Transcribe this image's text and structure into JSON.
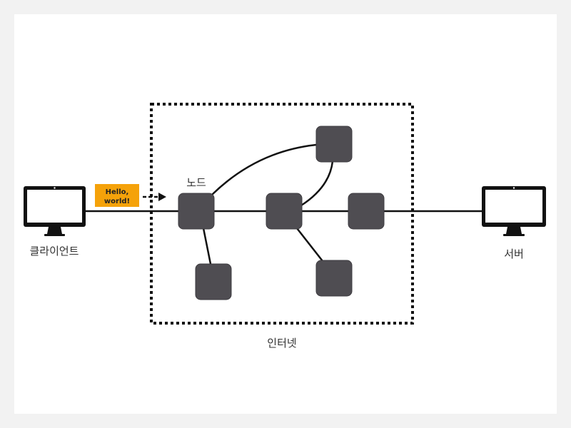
{
  "labels": {
    "client": "클라이언트",
    "server": "서버",
    "internet": "인터넷",
    "node": "노드"
  },
  "message": {
    "line1": "Hello,",
    "line2": "world!"
  },
  "colors": {
    "node_fill": "#4f4d52",
    "message_bg": "#f5a20a",
    "line": "#111111"
  },
  "icons": {
    "client": "monitor-icon",
    "server": "monitor-icon",
    "arrow": "arrow-right-icon"
  }
}
